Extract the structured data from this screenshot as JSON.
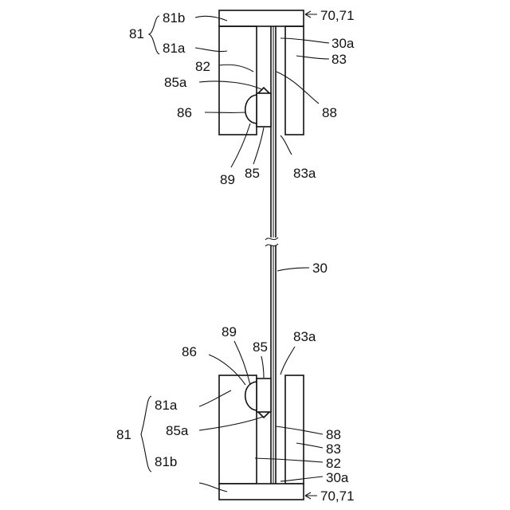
{
  "figure": {
    "labels": {
      "top_70_71": "70,71",
      "top_81": "81",
      "top_81b": "81b",
      "top_81a": "81a",
      "top_30a": "30a",
      "top_83": "83",
      "top_82": "82",
      "top_85a": "85a",
      "top_86": "86",
      "top_88": "88",
      "top_89": "89",
      "top_85": "85",
      "top_83a": "83a",
      "mid_30": "30",
      "bot_89": "89",
      "bot_85": "85",
      "bot_83a": "83a",
      "bot_86": "86",
      "bot_81a": "81a",
      "bot_81": "81",
      "bot_85a": "85a",
      "bot_88": "88",
      "bot_83": "83",
      "bot_82": "82",
      "bot_81b": "81b",
      "bot_30a": "30a",
      "bot_70_71": "70,71"
    }
  }
}
